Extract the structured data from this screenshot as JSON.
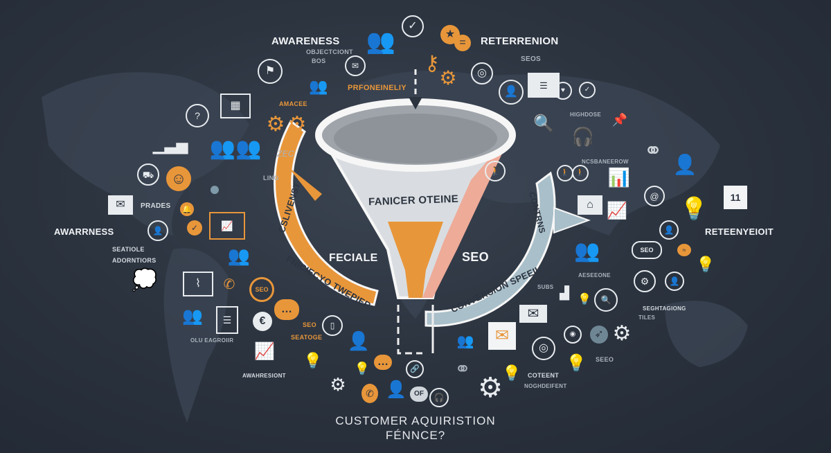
{
  "labels": {
    "awareness_top": "AWARENESS",
    "awareness_sub1": "OBJECTCIONT",
    "awareness_sub2": "BOS",
    "prfoneinely": "PRFONEINELIY",
    "amacee": "AMACEE",
    "zec": "ZEC",
    "retention_top": "RETERRENION",
    "seos": "SEOS",
    "highdose": "HIGHDOSE",
    "ncsbaneerow": "NCSBANEEROW",
    "retention_right": "RETEENYEIOIT",
    "awareness_left": "AWARRNESS",
    "prades": "PRADES",
    "seatiole": "SEATIOLE",
    "adorntiors": "ADORNTIORS",
    "seo_small": "SEO",
    "seatoge": "SEATOGE",
    "olu_eagroiir": "OLU EAGROIIR",
    "awahresiont": "AWAHRESIONT",
    "coteent": "COTEENT",
    "noghdent": "NOGHDEIFENT",
    "seeo": "SEEO",
    "subs": "SUBS",
    "aeseeone": "AESEEONE",
    "seghtagiong": "SEGHTAGIONG",
    "tiles": "TILES",
    "zec_left": "LING"
  },
  "funnel": {
    "label": "FANICER OTEINE",
    "left_label": "FECIALE",
    "right_label": "SEO",
    "left_arc_top": "CSLIVENST",
    "left_arc_bottom": "FNICIECYO TWEPIER",
    "right_arc_top": "CONTRNS",
    "right_arc_bottom": "CONVERSION SPEEIL"
  },
  "calendar_day": "11",
  "title": {
    "line1": "CUSTOMER AQUIRISTION",
    "line2": "FÉNNCE?"
  },
  "colors": {
    "background": "#2c3440",
    "orange": "#e8963a",
    "peach": "#eeab98",
    "teal_gray": "#a9bfc9",
    "white": "#f2f4f6"
  }
}
